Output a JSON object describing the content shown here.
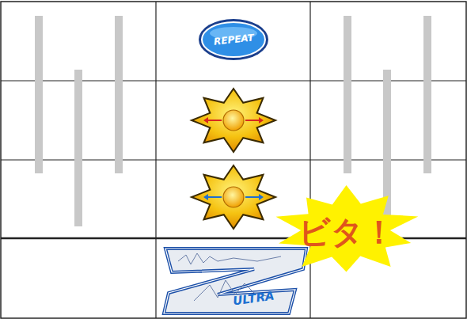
{
  "diagram": {
    "nodes": [
      {
        "text": [
          "REPEAT"
        ]
      },
      {
        "text": [
          "ULTRA"
        ]
      },
      {
        "text": [
          "ビタ！"
        ]
      }
    ]
  }
}
